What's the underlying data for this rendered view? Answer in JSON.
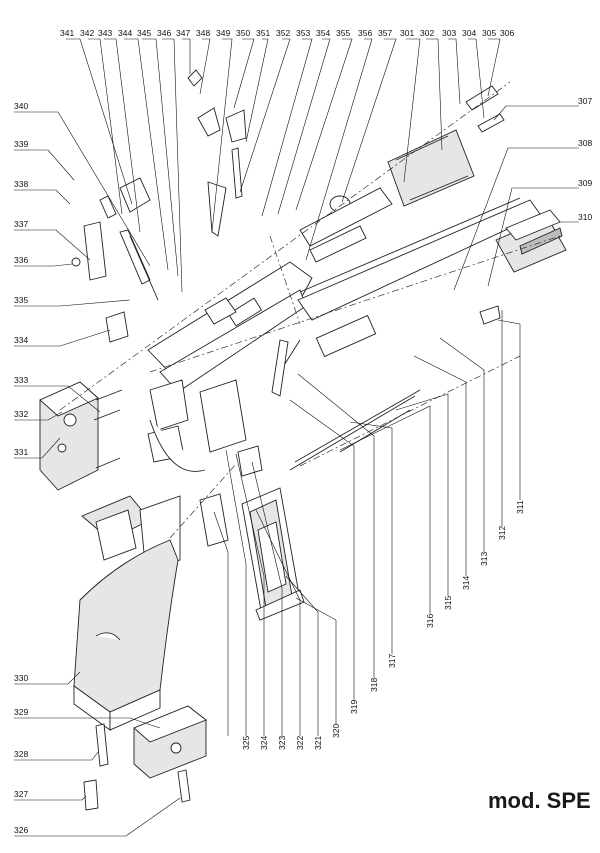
{
  "model_label": "mod. SPE",
  "part_numbers": [
    "301",
    "302",
    "303",
    "304",
    "305",
    "306",
    "307",
    "308",
    "309",
    "310",
    "311",
    "312",
    "313",
    "314",
    "315",
    "316",
    "317",
    "318",
    "319",
    "320",
    "321",
    "322",
    "323",
    "324",
    "325",
    "326",
    "327",
    "328",
    "329",
    "330",
    "331",
    "332",
    "333",
    "334",
    "335",
    "336",
    "337",
    "338",
    "339",
    "340",
    "341",
    "342",
    "343",
    "344",
    "345",
    "346",
    "347",
    "348",
    "349",
    "350",
    "351",
    "352",
    "353",
    "354",
    "355",
    "356",
    "357"
  ]
}
